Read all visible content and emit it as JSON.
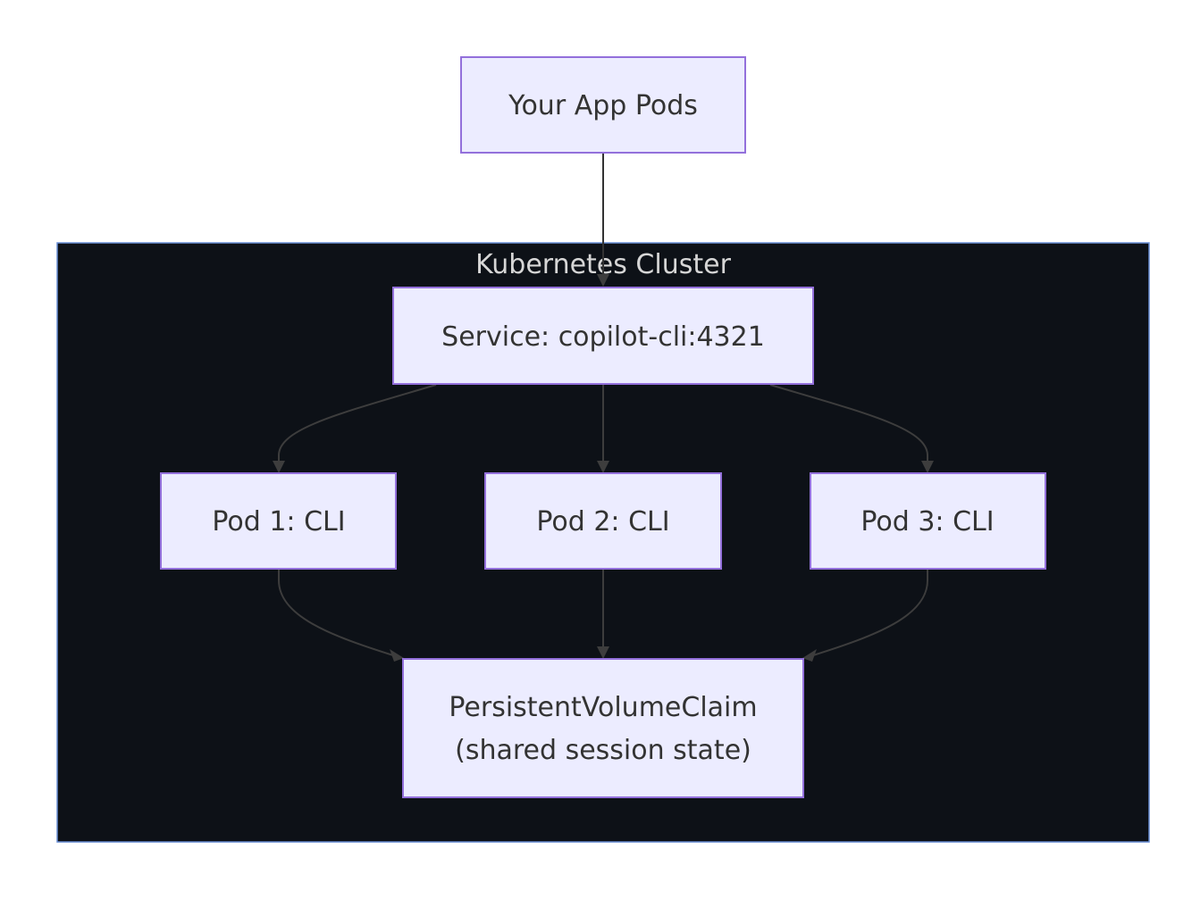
{
  "cluster": {
    "label": "Kubernetes Cluster"
  },
  "nodes": {
    "app_pods": "Your App Pods",
    "service": "Service: copilot-cli:4321",
    "pod1": "Pod 1: CLI",
    "pod2": "Pod 2: CLI",
    "pod3": "Pod 3: CLI",
    "pvc_line1": "PersistentVolumeClaim",
    "pvc_line2": "(shared session state)"
  },
  "colors": {
    "node_fill": "#ececff",
    "node_stroke": "#9370db",
    "cluster_fill": "#0d1117",
    "cluster_stroke": "#6a8fd6",
    "edge": "#3d3d3d",
    "node_text": "#333333",
    "cluster_text": "#d6d6d6"
  }
}
